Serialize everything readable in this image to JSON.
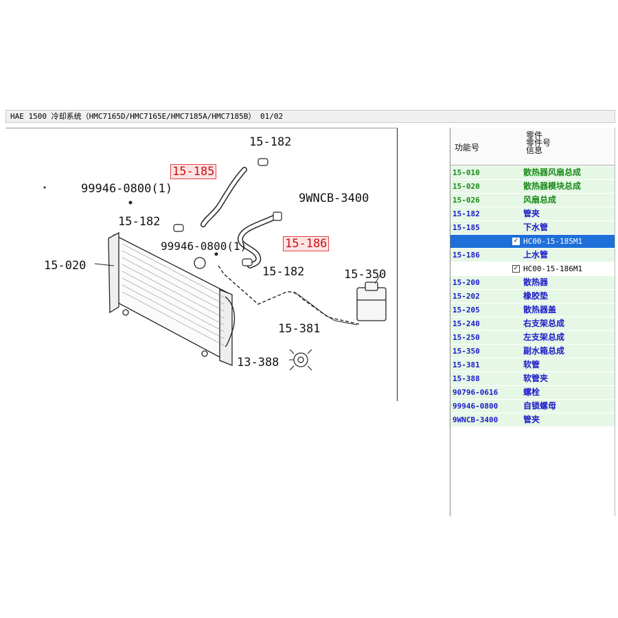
{
  "window": {
    "title": "HAE 1500 冷却系统（HMC7165D/HMC7165E/HMC7185A/HMC7185B） 01/02"
  },
  "diagram": {
    "callouts": {
      "c_15_182_top": "15-182",
      "c_15_185": "15-185",
      "c_99946_a": "99946-0800(1)",
      "c_9wncb": "9WNCB-3400",
      "c_15_182_mid": "15-182",
      "c_99946_b": "99946-0800(1)",
      "c_15_186": "15-186",
      "c_15_020": "15-020",
      "c_15_182_low": "15-182",
      "c_15_350": "15-350",
      "c_15_381": "15-381",
      "c_13_388": "13-388"
    },
    "highlighted": [
      "15-185",
      "15-186"
    ]
  },
  "parts_table": {
    "header_function": "功能号",
    "header_part": "零件\n零件号\n信息",
    "rows": [
      {
        "type": "part",
        "code": "15-010",
        "name": "散热器风扇总成",
        "color": "green"
      },
      {
        "type": "part",
        "code": "15-020",
        "name": "散热器模块总成",
        "color": "green"
      },
      {
        "type": "part",
        "code": "15-026",
        "name": "风扇总成",
        "color": "green"
      },
      {
        "type": "part",
        "code": "15-182",
        "name": "管夹",
        "color": "blue"
      },
      {
        "type": "part",
        "code": "15-185",
        "name": "下水管",
        "color": "blue"
      },
      {
        "type": "sub",
        "checked": true,
        "part_no": "HC00-15-185M1",
        "selected": true
      },
      {
        "type": "part",
        "code": "15-186",
        "name": "上水管",
        "color": "blue"
      },
      {
        "type": "sub",
        "checked": true,
        "part_no": "HC00-15-186M1",
        "selected": false
      },
      {
        "type": "part",
        "code": "15-200",
        "name": "散热器",
        "color": "blue"
      },
      {
        "type": "part",
        "code": "15-202",
        "name": "橡胶垫",
        "color": "blue"
      },
      {
        "type": "part",
        "code": "15-205",
        "name": "散热器盖",
        "color": "blue"
      },
      {
        "type": "part",
        "code": "15-240",
        "name": "右支架总成",
        "color": "blue"
      },
      {
        "type": "part",
        "code": "15-250",
        "name": "左支架总成",
        "color": "blue"
      },
      {
        "type": "part",
        "code": "15-350",
        "name": "副水箱总成",
        "color": "blue"
      },
      {
        "type": "part",
        "code": "15-381",
        "name": "软管",
        "color": "blue"
      },
      {
        "type": "part",
        "code": "15-388",
        "name": "软管夹",
        "color": "blue"
      },
      {
        "type": "part",
        "code": "90796-0616",
        "name": "螺栓",
        "color": "blue"
      },
      {
        "type": "part",
        "code": "99946-0800",
        "name": "自锁螺母",
        "color": "blue"
      },
      {
        "type": "part",
        "code": "9WNCB-3400",
        "name": "管夹",
        "color": "blue"
      }
    ]
  },
  "colors": {
    "selected_row": "#1e6fd8",
    "row_bg": "#e6f7e6",
    "blue_text": "#1a1ac8",
    "green_text": "#1a8a1a",
    "highlight_red": "#cc1010"
  }
}
